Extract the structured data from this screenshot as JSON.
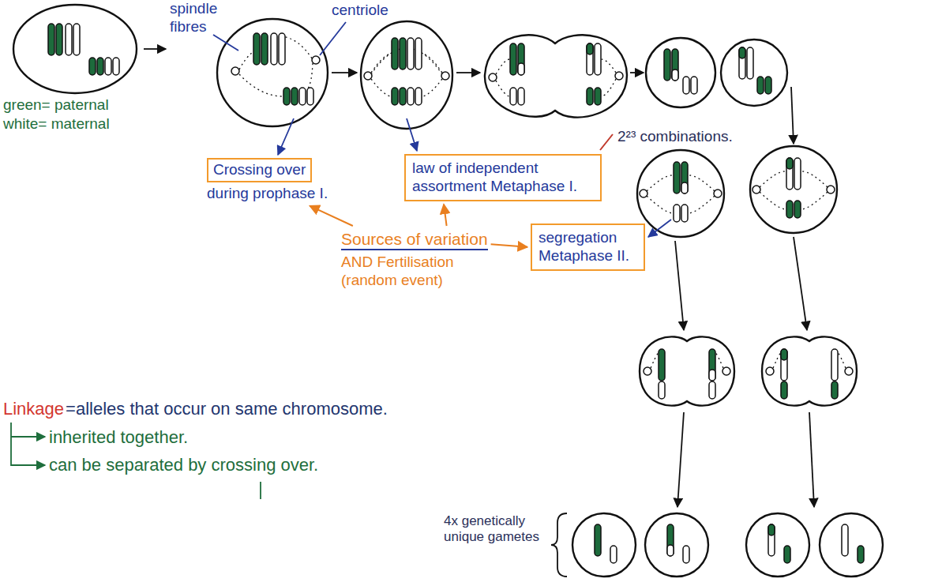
{
  "diagram": {
    "nodes": [
      {
        "text": [
          "Crossing over",
          "during prophase I."
        ]
      },
      {
        "text": [
          "law of independent assortment Metaphase I."
        ]
      },
      {
        "text": [
          "segregation Metaphase II."
        ]
      },
      {
        "text": [
          "Sources of variation",
          "AND Fertilisation (random event)"
        ]
      }
    ],
    "edges": [
      {
        "from": 3,
        "to": 0,
        "arrow": "to"
      },
      {
        "from": 3,
        "to": 1,
        "arrow": "to"
      },
      {
        "from": 3,
        "to": 2,
        "arrow": "to"
      }
    ],
    "labels": [
      "spindle fibres",
      "centriole",
      "green= paternal",
      "white= maternal",
      "2²³ combinations.",
      "Linkage",
      "=alleles that occur on same chromosome.",
      "inherited together.",
      "can be separated by crossing over.",
      "4x genetically unique gametes"
    ]
  }
}
